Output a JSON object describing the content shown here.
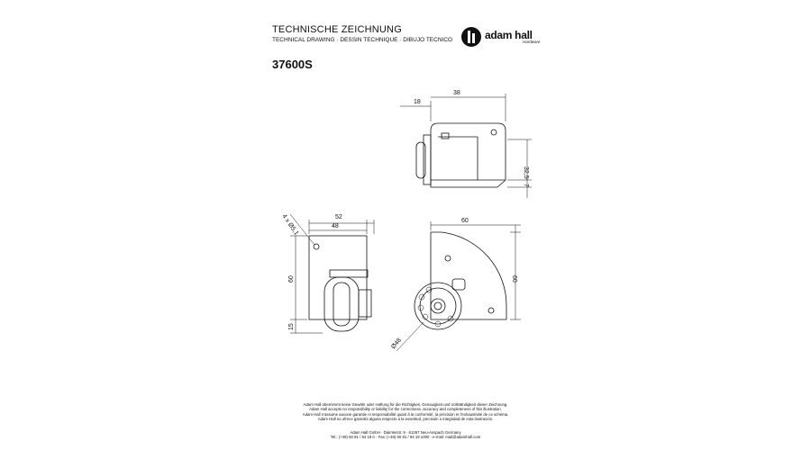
{
  "header": {
    "title": "TECHNISCHE ZEICHNUNG",
    "subtitle": "TECHNICAL DRAWING · DESSIN TECHNIQUE · DIBUJO TECNICO",
    "part_number": "37600S"
  },
  "logo": {
    "text": "adam hall",
    "tagline": "Hardware"
  },
  "dimensions": {
    "top_38": "38",
    "top_18": "18",
    "top_32_5": "32,5",
    "top_7": "7",
    "left_52": "52",
    "left_48": "48",
    "left_hole": "4 x Ø5,1",
    "left_60": "60",
    "left_15": "15",
    "right_60w": "60",
    "right_60h": "60",
    "right_dia": "Ø48"
  },
  "footer": {
    "lines": [
      "Adam Hall übernimmt keine Gewähr oder Haftung für die Richtigkeit, Genauigkeit und Vollständigkeit dieser Zeichnung.",
      "Adam Hall accepts no responsibility or liability for the correctness, accuracy and completeness of this illustration.",
      "Adam Hall n'assume aucune garantie ni responsabilité quant à la conformité, la précision et l'exhaustivité de ce schéma.",
      "Adam Hall no ofrece garantía alguna respecto a la exactitud, precisión o integridad de esta ilustración."
    ],
    "address": "Adam Hall GmbH · Daimlerstr. 9 · 61267 Neu-Anspach Germany",
    "contact": "Tel.: (+49) 60 81 / 94 19 0 · Fax: (+49) 60 81 / 94 19 1000 · e-mail: mail@adamhall.com"
  }
}
